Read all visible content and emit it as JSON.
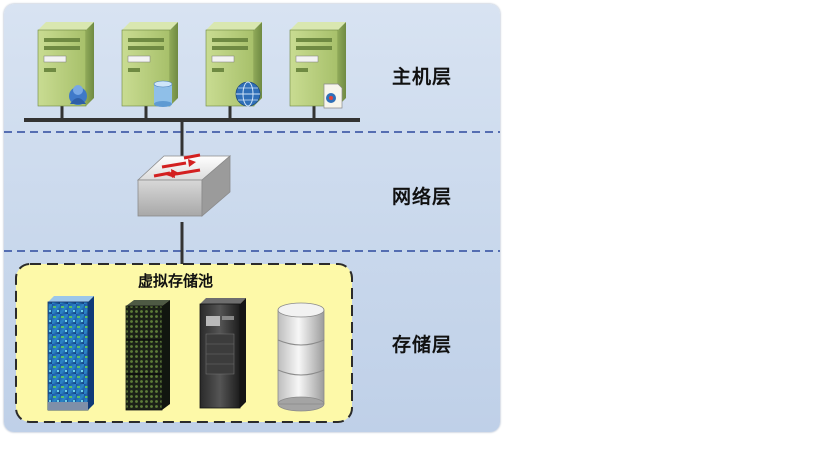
{
  "layers": {
    "host_label": "主机层",
    "network_label": "网络层",
    "storage_label": "存储层"
  },
  "storage_pool": {
    "title": "虚拟存储池"
  },
  "colors": {
    "panel_background": "#c9d8ec",
    "divider_dashed": "#2e4a9e",
    "pool_fill": "#fdf9a8",
    "server_body": "#b8cf7e",
    "bus_line": "#333333",
    "switch_arrow": "#d32020"
  },
  "icons": {
    "servers": [
      "server-user-icon",
      "server-database-icon",
      "server-globe-icon",
      "server-document-icon"
    ],
    "network": "switch-icon",
    "storage": [
      "disk-array-blue-icon",
      "disk-array-dark-icon",
      "tape-library-icon",
      "storage-cylinder-icon"
    ]
  }
}
